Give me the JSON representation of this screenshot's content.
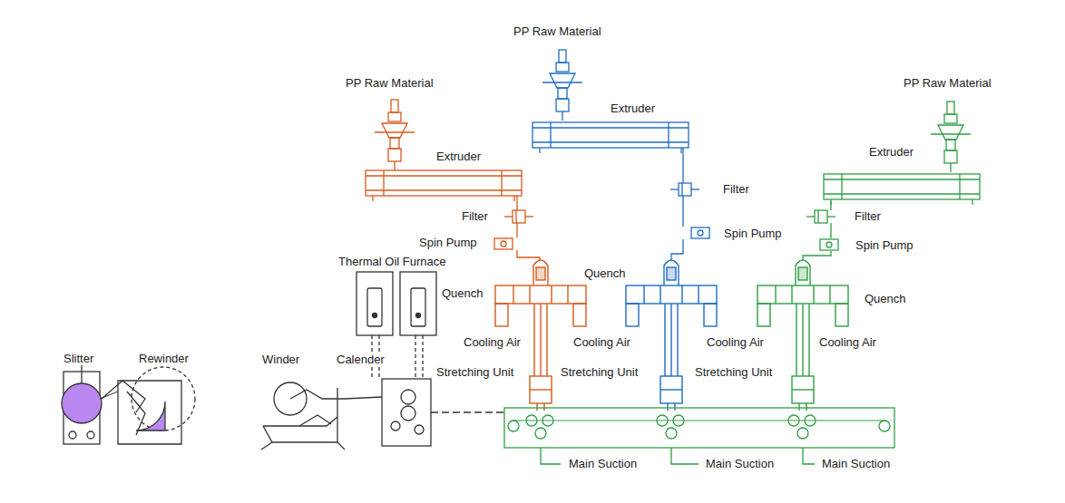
{
  "diagram": {
    "labels": [
      "PP Raw Material",
      "PP Raw Material",
      "PP Raw Material",
      "Extruder",
      "Extruder",
      "Extruder",
      "Filter",
      "Filter",
      "Filter",
      "Spin Pump",
      "Spin Pump",
      "Spin Pump",
      "Thermal Oil Furnace",
      "Quench",
      "Quench",
      "Quench",
      "Cooling Air",
      "Cooling Air",
      "Cooling Air",
      "Cooling Air",
      "Stretching Unit",
      "Stretching Unit",
      "Stretching Unit",
      "Main Suction",
      "Main Suction",
      "Main Suction",
      "Slitter",
      "Rewinder",
      "Winder",
      "Calender"
    ]
  }
}
